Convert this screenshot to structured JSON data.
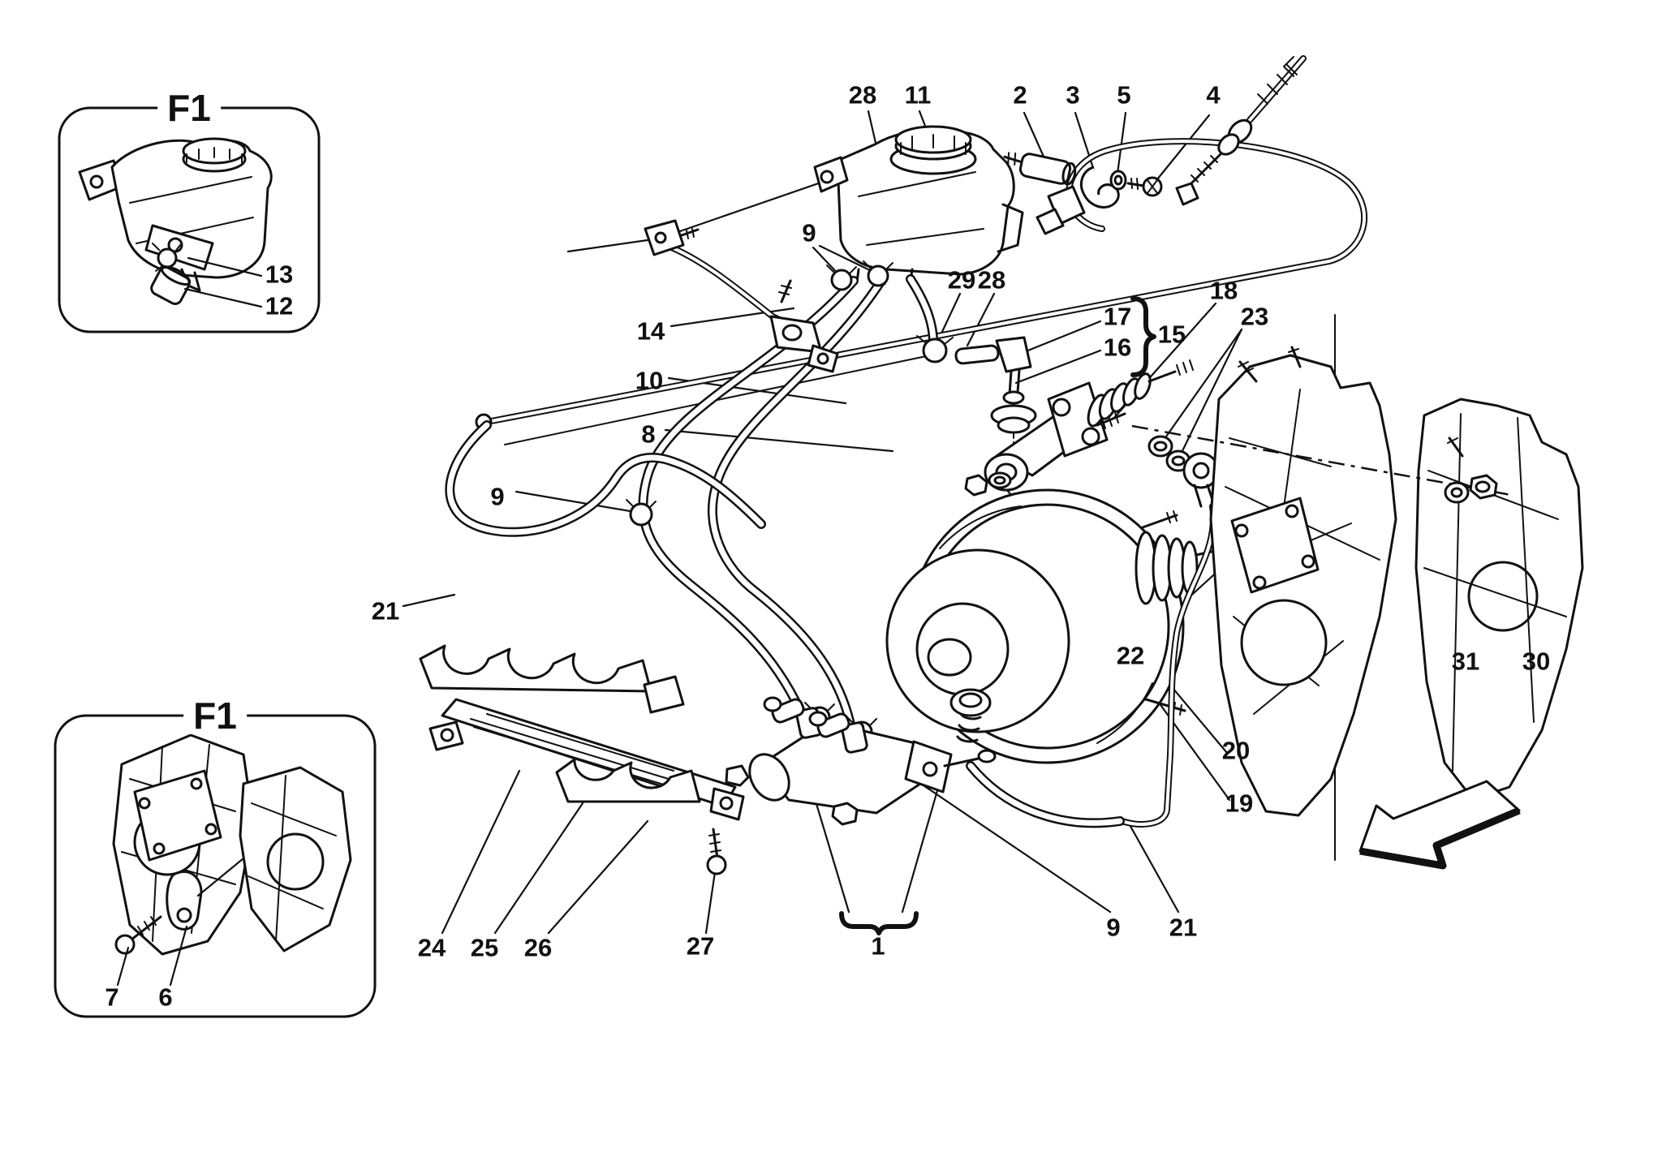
{
  "diagram": {
    "type": "exploded-parts-diagram",
    "subject": "brake and clutch hydraulic controls",
    "colors": {
      "line": "#111111",
      "background": "#ffffff"
    },
    "inset_top": {
      "title": "F1",
      "callouts": [
        "13",
        "12"
      ]
    },
    "inset_bottom": {
      "title": "F1",
      "callouts": [
        "7",
        "6"
      ]
    },
    "callouts": {
      "c28a": "28",
      "c11": "11",
      "c2": "2",
      "c3": "3",
      "c5": "5",
      "c4": "4",
      "c9a": "9",
      "c14": "14",
      "c10": "10",
      "c8": "8",
      "c29": "29",
      "c28b": "28",
      "c17": "17",
      "c16": "16",
      "c15": "15",
      "c18": "18",
      "c23": "23",
      "c9b": "9",
      "c21a": "21",
      "c22": "22",
      "c31": "31",
      "c30": "30",
      "c20": "20",
      "c19": "19",
      "c24": "24",
      "c25": "25",
      "c26": "26",
      "c27": "27",
      "c1": "1",
      "c9c": "9",
      "c21b": "21"
    }
  }
}
